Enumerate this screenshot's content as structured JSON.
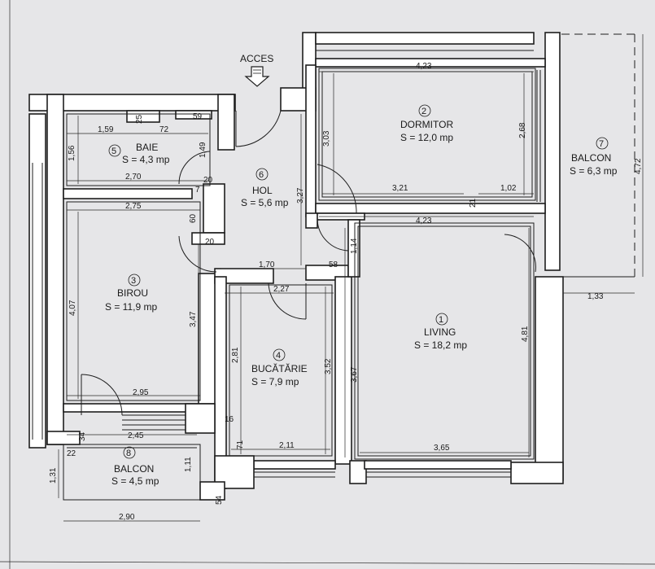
{
  "access_label": "ACCES",
  "rooms": [
    {
      "num": "1",
      "name": "LIVING",
      "area": "S = 18,2 mp"
    },
    {
      "num": "2",
      "name": "DORMITOR",
      "area": "S = 12,0 mp"
    },
    {
      "num": "3",
      "name": "BIROU",
      "area": "S = 11,9 mp"
    },
    {
      "num": "4",
      "name": "BUCĂTĂRIE",
      "area": "S = 7,9 mp"
    },
    {
      "num": "5",
      "name": "BAIE",
      "area": "S = 4,3 mp"
    },
    {
      "num": "6",
      "name": "HOL",
      "area": "S = 5,6 mp"
    },
    {
      "num": "7",
      "name": "BALCON",
      "area": "S = 6,3 mp"
    },
    {
      "num": "8",
      "name": "BALCON",
      "area": "S = 4,5 mp"
    }
  ],
  "dimensions": {
    "d423_top": "4,23",
    "d268": "2,68",
    "d303": "3,03",
    "d321": "3,21",
    "d21": "21",
    "d102": "1,02",
    "d423_mid": "4,23",
    "d472": "4,72",
    "d133": "1,33",
    "d159": "1,59",
    "d25": "25",
    "d72": "72",
    "d59": "59",
    "d156": "1,56",
    "d149": "1,49",
    "d270": "2,70",
    "d20a": "20",
    "d7": "7",
    "d327": "3,27",
    "d275": "2,75",
    "d60": "60",
    "d20b": "20",
    "d170": "1,70",
    "d58": "58",
    "d114": "1,14",
    "d227": "2,27",
    "d407": "4,07",
    "d347": "3,47",
    "d281": "2,81",
    "d352": "3,52",
    "d367": "3,67",
    "d481": "4,81",
    "d295": "2,95",
    "d16": "16",
    "d71": "71",
    "d211": "2,11",
    "d365": "3,65",
    "d245": "2,45",
    "d34": "34",
    "d22": "22",
    "d111": "1,11",
    "d131": "1,31",
    "d54": "54",
    "d290": "2,90"
  }
}
